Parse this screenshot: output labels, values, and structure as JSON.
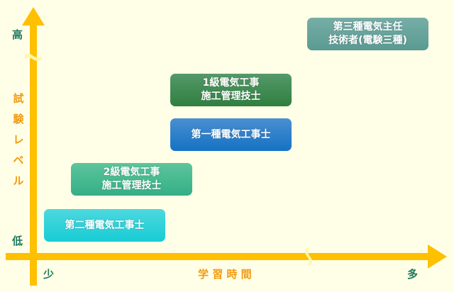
{
  "axes": {
    "y_high": "高",
    "y_low": "低",
    "y_title": [
      "試",
      "験",
      "レ",
      "ベ",
      "ル"
    ],
    "x_low": "少",
    "x_title": "学 習 時 間",
    "x_high": "多"
  },
  "colors": {
    "axis": "#ffc000",
    "background": "#fffee6"
  },
  "boxes": [
    {
      "lines": [
        "第三種電気主任",
        "技術者(電験三種)"
      ],
      "color": "#66a59d"
    },
    {
      "lines": [
        "1級電気工事",
        "施工管理技士"
      ],
      "color": "#3a8a4c"
    },
    {
      "lines": [
        "第一種電気工事士"
      ],
      "color": "#1f7ccc"
    },
    {
      "lines": [
        "2級電気工事",
        "施工管理技士"
      ],
      "color": "#42b890"
    },
    {
      "lines": [
        "第二種電気工事士"
      ],
      "color": "#2cd2da"
    }
  ]
}
